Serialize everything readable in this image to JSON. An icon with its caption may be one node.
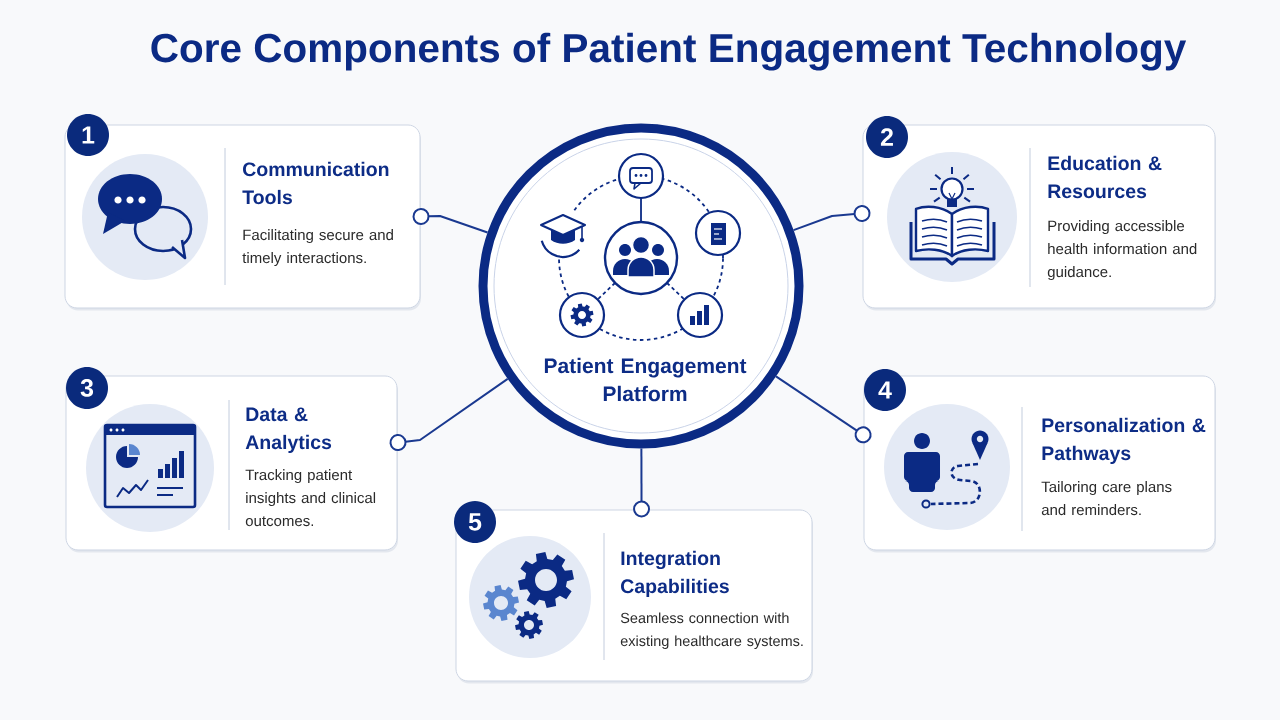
{
  "diagram": {
    "title": "Core Components of Patient Engagement Technology",
    "nodes": [
      {
        "text": [
          "1"
        ]
      },
      {
        "text": [
          "Communication Tools",
          "Facilitating secure and timely interactions."
        ]
      },
      {
        "text": [
          "Patient Engagement Platform"
        ]
      },
      {
        "text": [
          "2"
        ]
      },
      {
        "text": [
          "Education & Resources",
          "Providing accessible health information and guidance."
        ]
      },
      {
        "text": [
          "3"
        ]
      },
      {
        "text": [
          "Data & Analytics",
          "Tracking patient insights and clinical outcomes."
        ]
      },
      {
        "text": [
          "4"
        ]
      },
      {
        "text": [
          "Personalization & Pathways",
          "Tailoring care plans and reminders."
        ]
      },
      {
        "text": [
          "5"
        ]
      },
      {
        "text": [
          "Integration Capabilities",
          "Seamless connection with existing healthcare systems."
        ]
      }
    ],
    "edges": [
      {
        "from": 2,
        "to": 1,
        "arrow": "other"
      },
      {
        "from": 2,
        "to": 4,
        "arrow": "other"
      },
      {
        "from": 2,
        "to": 6,
        "arrow": "other"
      },
      {
        "from": 2,
        "to": 8,
        "arrow": "other"
      },
      {
        "from": 2,
        "to": 10,
        "arrow": "other"
      }
    ]
  }
}
